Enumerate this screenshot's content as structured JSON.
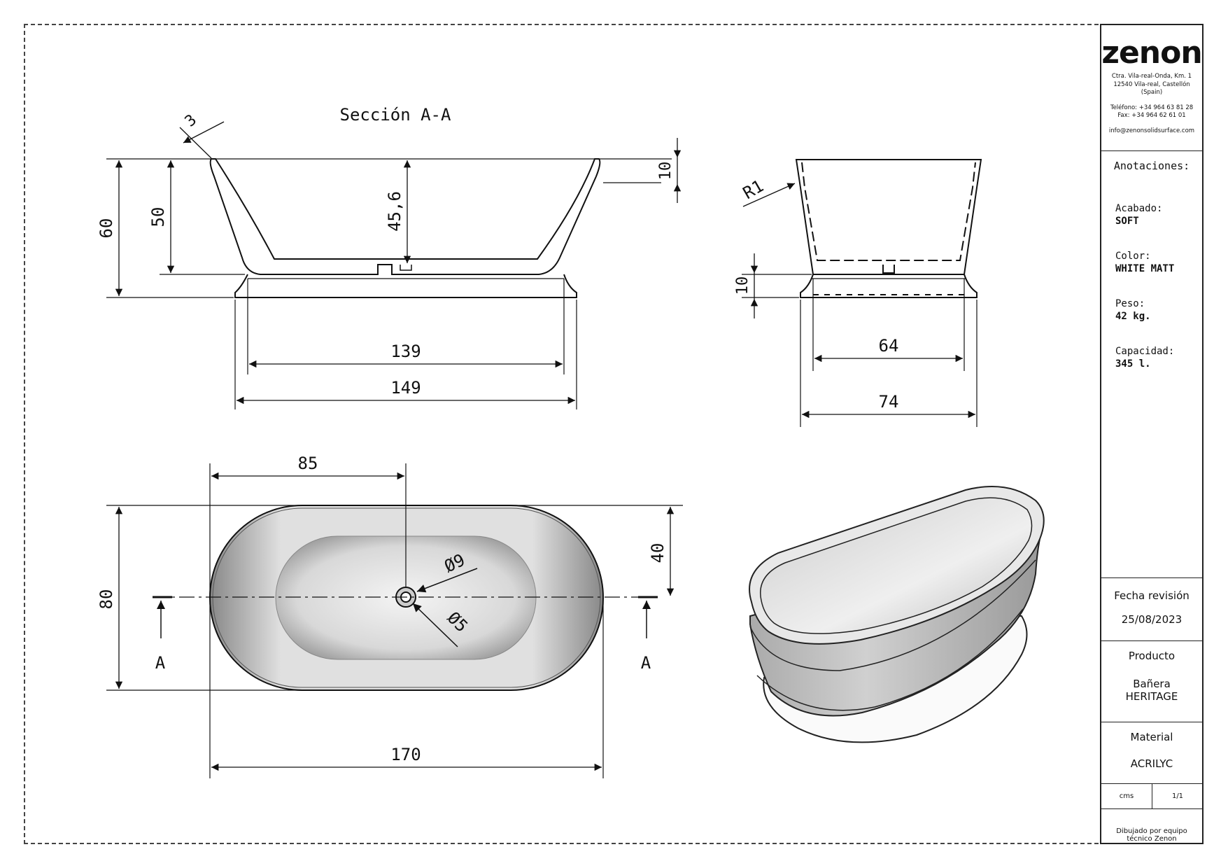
{
  "section_title": "Sección A-A",
  "dims": {
    "lip": "3",
    "height_total": "60",
    "height_inner": "50",
    "depth": "45,6",
    "rim": "10",
    "base_h": "10",
    "radius": "R1",
    "len_inner": "139",
    "len_base": "149",
    "width_inner": "64",
    "width_base": "74",
    "drain_x": "85",
    "half_width": "40",
    "width_total": "80",
    "drain_dia": "Ø9",
    "drain_inner": "Ø5",
    "length_total": "170",
    "section_left": "A",
    "section_right": "A"
  },
  "title_block": {
    "logo": "zenon",
    "address1": "Ctra. Vila-real-Onda, Km. 1",
    "address2": "12540 Vila-real, Castellón",
    "address3": "(Spain)",
    "phone": "Teléfono: +34 964 63 81 28",
    "fax": "Fax: +34 964 62 61 01",
    "email": "info@zenonsolidsurface.com",
    "annotations_title": "Anotaciones:",
    "finish_label": "Acabado:",
    "finish_value": "SOFT",
    "color_label": "Color:",
    "color_value": "WHITE MATT",
    "weight_label": "Peso:",
    "weight_value": "42 kg.",
    "capacity_label": "Capacidad:",
    "capacity_value": "345 l.",
    "revision_label": "Fecha revisión",
    "revision_value": "25/08/2023",
    "product_label": "Producto",
    "product_value_1": "Bañera",
    "product_value_2": "HERITAGE",
    "material_label": "Material",
    "material_value": "ACRILYC",
    "units": "cms",
    "scale": "1/1",
    "drawn_by_1": "Dibujado por equipo",
    "drawn_by_2": "técnico Zenon"
  }
}
